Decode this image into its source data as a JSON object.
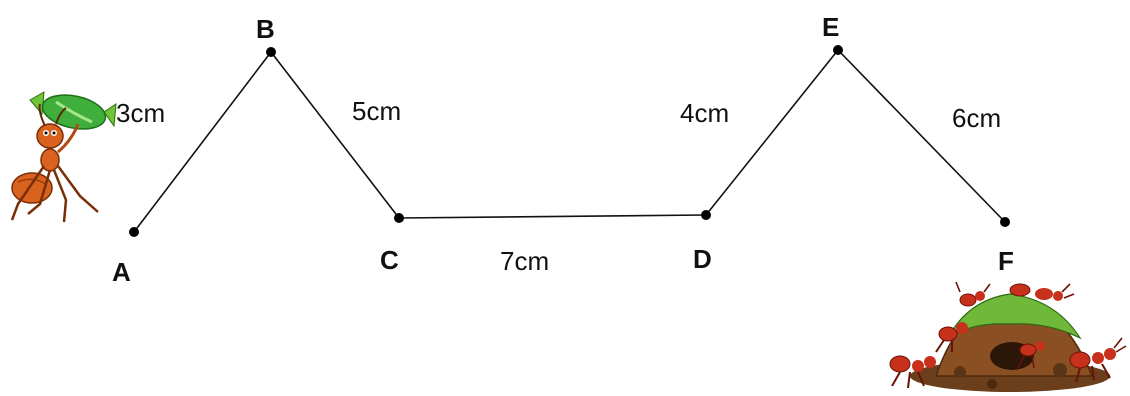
{
  "points": [
    {
      "id": "A",
      "label": "A"
    },
    {
      "id": "B",
      "label": "B"
    },
    {
      "id": "C",
      "label": "C"
    },
    {
      "id": "D",
      "label": "D"
    },
    {
      "id": "E",
      "label": "E"
    },
    {
      "id": "F",
      "label": "F"
    }
  ],
  "segments": [
    {
      "from": "A",
      "to": "B",
      "length": "3cm"
    },
    {
      "from": "B",
      "to": "C",
      "length": "5cm"
    },
    {
      "from": "C",
      "to": "D",
      "length": "7cm"
    },
    {
      "from": "D",
      "to": "E",
      "length": "4cm"
    },
    {
      "from": "E",
      "to": "F",
      "length": "6cm"
    }
  ],
  "illustrations": [
    "ant-carrying-candy",
    "anthill-with-ants"
  ]
}
